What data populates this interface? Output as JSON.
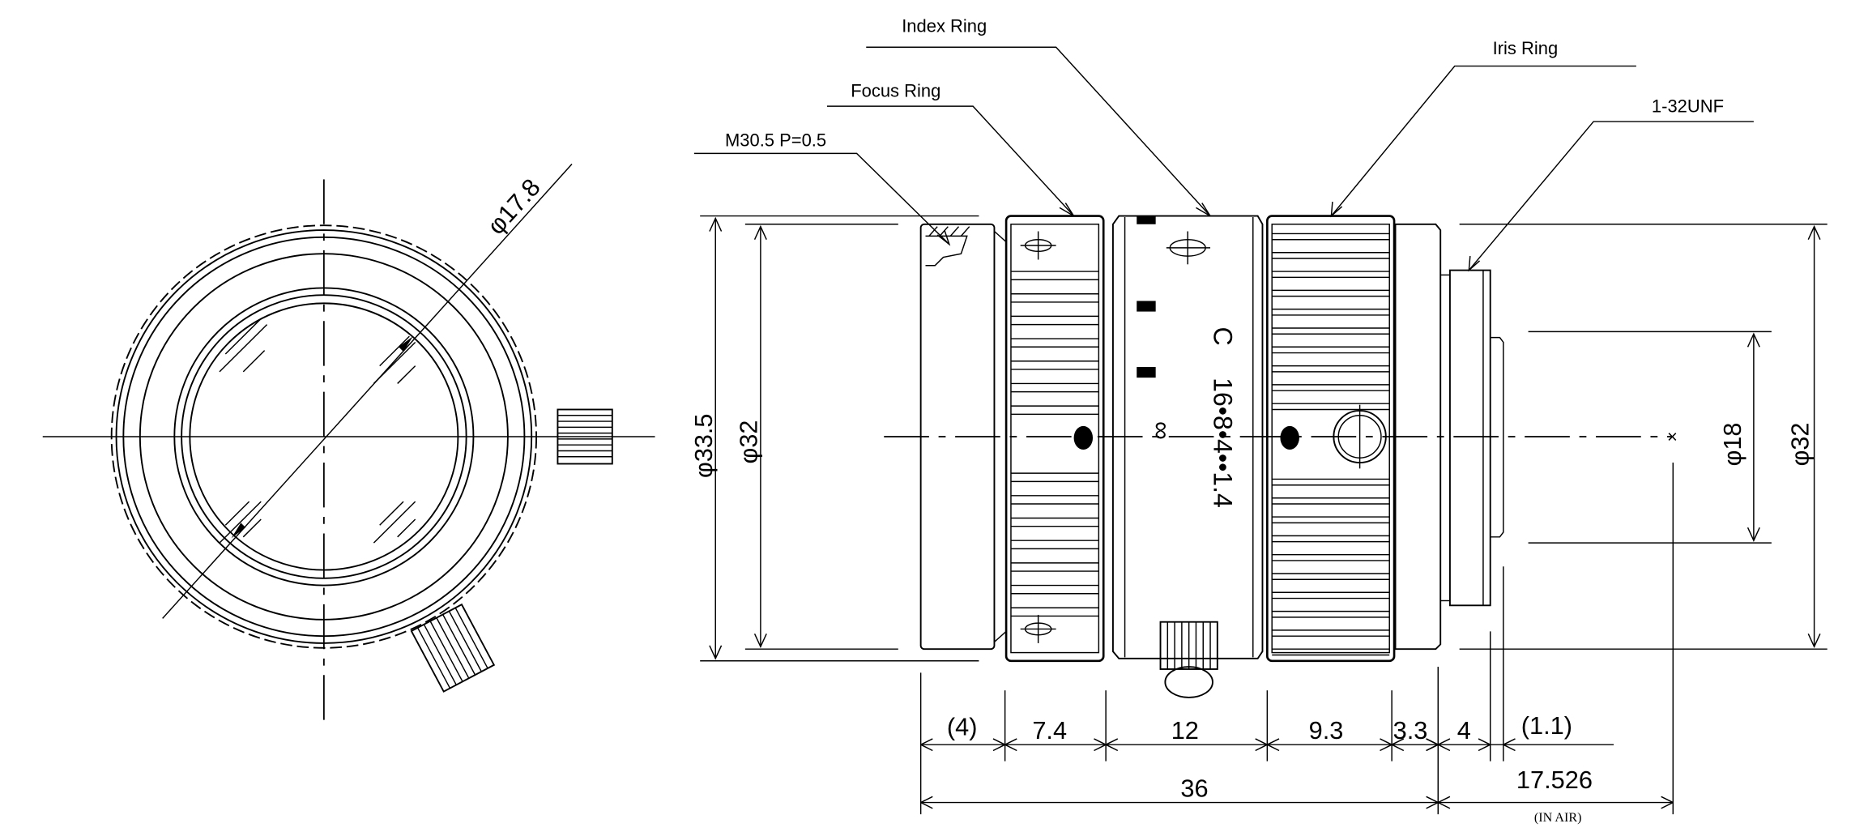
{
  "drawing": {
    "title": "C-mount lens dimensional drawing",
    "stroke_color": "#000000",
    "background_color": "#ffffff"
  },
  "callouts": {
    "index_ring": "Index Ring",
    "focus_ring": "Focus Ring",
    "iris_ring": "Iris Ring",
    "filter_thread": "M30.5 P=0.5",
    "mount_thread": "1-32UNF"
  },
  "front_view": {
    "filter_diameter": "φ17.8"
  },
  "side_view": {
    "outer_diameter": "φ33.5",
    "front_diameter": "φ32",
    "rear_diameter": "φ32",
    "mount_inner_diameter": "φ18"
  },
  "index_ring_markings": {
    "mount_letter": "C",
    "infinity": "∞",
    "f_stops": "16•8•4••1.4"
  },
  "length_dimensions": {
    "segments": [
      "(4)",
      "7.4",
      "12",
      "9.3",
      "3.3",
      "4",
      "(1.1)"
    ],
    "overall_length": "36",
    "back_focus": "17.526",
    "back_focus_note": "(IN AIR)"
  }
}
